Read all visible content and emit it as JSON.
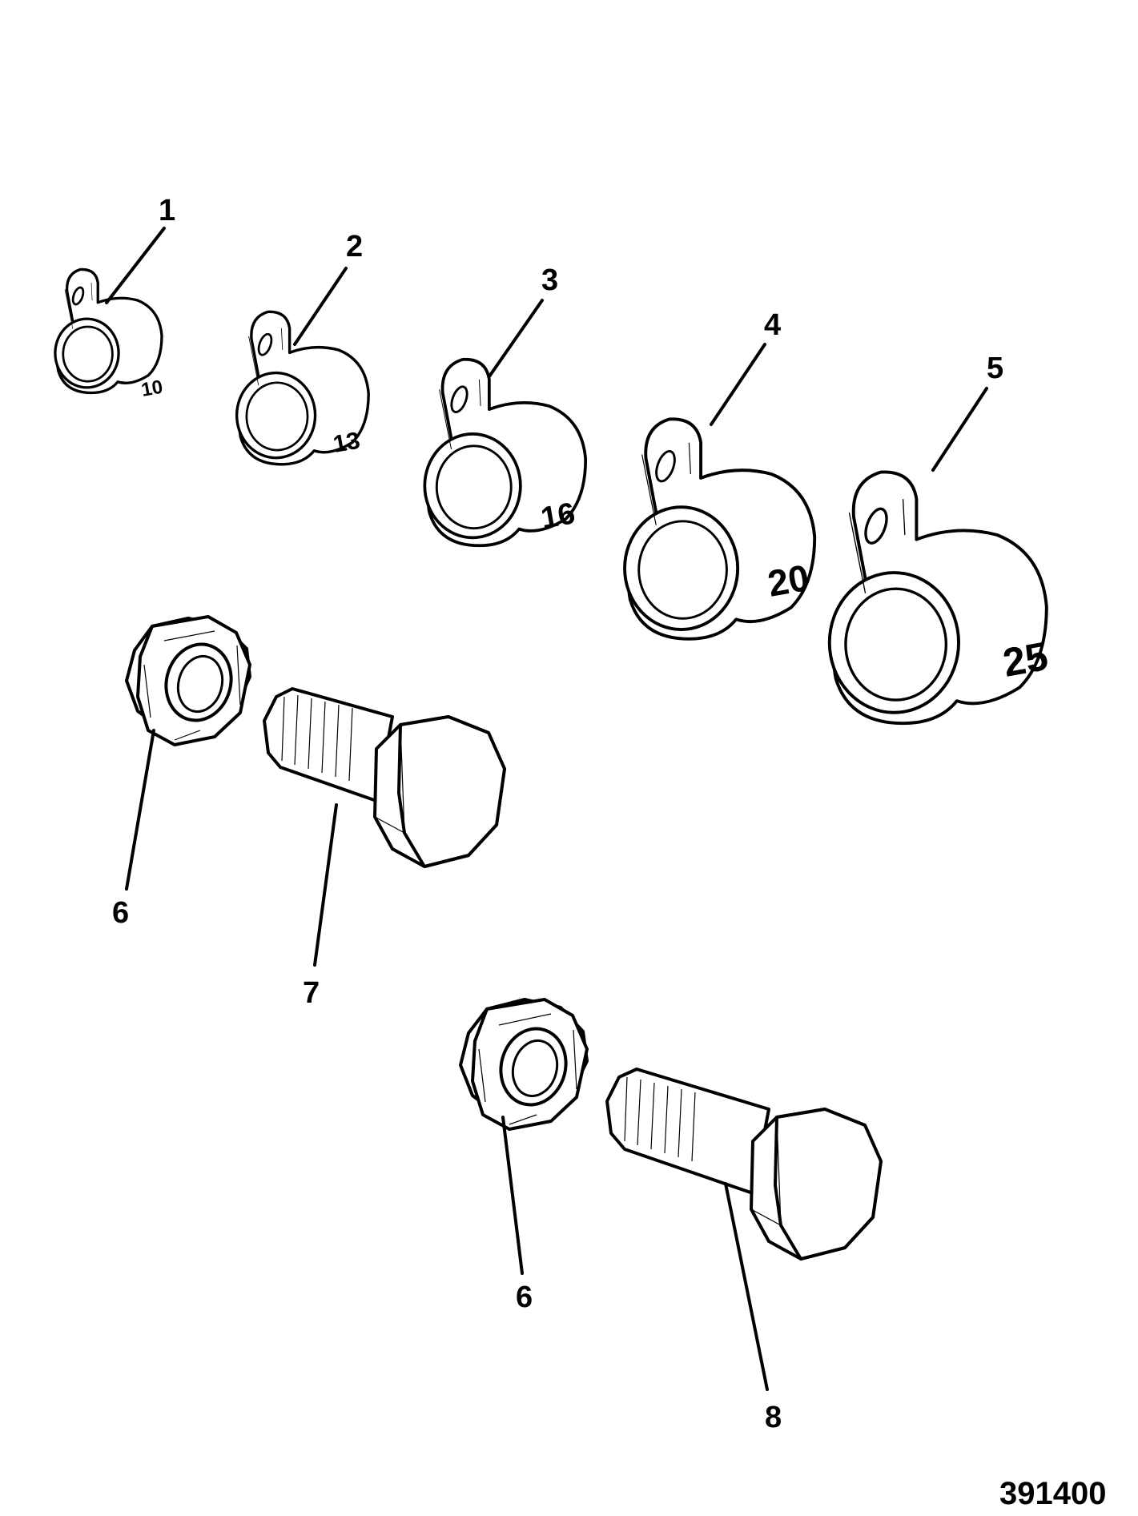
{
  "figure_number": "391400",
  "callouts": [
    "1",
    "2",
    "3",
    "4",
    "5",
    "6",
    "7",
    "6",
    "8"
  ],
  "clip_size_markings": [
    "10",
    "13",
    "16",
    "20",
    "25"
  ]
}
